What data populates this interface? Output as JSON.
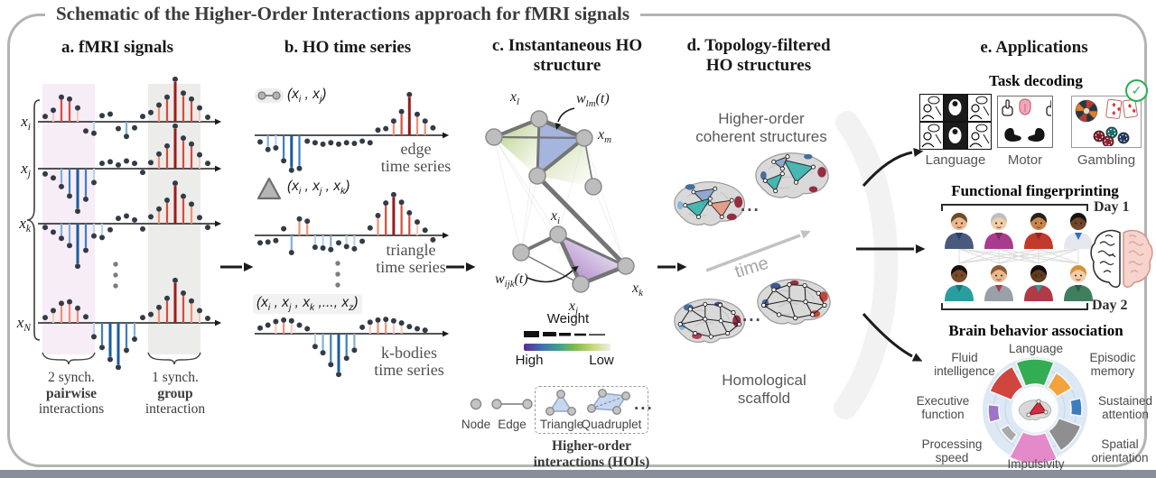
{
  "title": "Schematic of the Higher-Order Interactions approach for fMRI signals",
  "palette": {
    "red_dark": "#9e1a1a",
    "red_mid": "#d84b3a",
    "red_light": "#ef9073",
    "red_faint": "#f6cabb",
    "blue_dark": "#1b5b9e",
    "blue_mid": "#3c7fc0",
    "blue_light": "#7fb0d8",
    "blue_faint": "#b9d5ea",
    "dot": "#333b45",
    "accent_navy": "#21219c",
    "check_green": "#2bae4e"
  },
  "panel_a": {
    "header": "a. fMRI signals",
    "signals": [
      {
        "label": "x_i",
        "values": [
          0.1,
          0.22,
          0.55,
          0.5,
          0.28,
          -0.2,
          -0.22,
          0.12,
          0.16,
          -0.14,
          -0.3,
          -0.12,
          0.1,
          0.2,
          0.35,
          0.55,
          1.0,
          0.65,
          0.5,
          0.28,
          0.08
        ]
      },
      {
        "label": "x_j",
        "values": [
          -0.1,
          -0.2,
          -0.38,
          -0.62,
          -1.0,
          -0.7,
          -0.28,
          0.1,
          0.14,
          0.06,
          0.16,
          0.1,
          -0.06,
          0.12,
          0.3,
          0.5,
          1.0,
          0.7,
          0.55,
          0.28,
          0.1
        ]
      },
      {
        "label": "x_k",
        "values": [
          -0.06,
          -0.18,
          -0.3,
          -0.48,
          -1.0,
          -0.6,
          -0.24,
          -0.28,
          -0.12,
          0.1,
          0.16,
          0.06,
          -0.1,
          0.14,
          0.3,
          0.52,
          0.95,
          0.62,
          0.42,
          0.12,
          -0.06
        ]
      },
      {
        "label": "x_N",
        "values": [
          0.1,
          0.24,
          0.42,
          0.46,
          0.3,
          0.12,
          -0.28,
          -0.55,
          -0.85,
          -1.05,
          -0.62,
          -0.34,
          0.1,
          0.18,
          0.32,
          0.55,
          1.0,
          0.68,
          0.48,
          0.24,
          0.08
        ]
      }
    ],
    "highlights": {
      "pairwise_color": "#f7edf7",
      "group_color": "#ececea"
    },
    "ann1": {
      "l1": "2 synch.",
      "l2": "pairwise",
      "l3": "interactions"
    },
    "ann2": {
      "l1": "1 synch.",
      "l2": "group",
      "l3": "interaction"
    }
  },
  "panel_b": {
    "header": "b. HO time series",
    "rows": [
      {
        "icon": "edge",
        "tuple": "(x_i , x_j)",
        "caption": "edge\ntime series",
        "values": [
          -0.14,
          -0.3,
          -0.26,
          -0.6,
          -0.85,
          -0.8,
          -0.12,
          -0.16,
          -0.2,
          -0.16,
          -0.2,
          -0.16,
          -0.18,
          -0.12,
          -0.16,
          0.1,
          0.14,
          0.3,
          0.55,
          1.0,
          0.48,
          0.3,
          0.16
        ]
      },
      {
        "icon": "triangle",
        "tuple": "(x_i , x_j , x_k)",
        "caption": "triangle\ntime series",
        "values": [
          -0.16,
          -0.14,
          -0.1,
          0.14,
          -0.38,
          0.36,
          0.3,
          -0.24,
          -0.26,
          -0.3,
          -0.16,
          -0.22,
          -0.28,
          -0.12,
          0.16,
          0.45,
          0.78,
          1.0,
          0.8,
          0.52,
          0.28,
          0.1,
          -0.08
        ]
      },
      {
        "icon": "none",
        "tuple": "(x_i , x_j , x_k ,..., x_z)",
        "caption": "k-bodies\ntime series",
        "values": [
          0.12,
          0.2,
          0.26,
          0.3,
          0.28,
          0.2,
          0.1,
          -0.28,
          -0.45,
          -0.78,
          -1.05,
          -0.6,
          -0.38,
          0.14,
          0.24,
          0.3,
          0.32,
          0.28,
          0.22,
          0.16,
          0.1,
          0.06
        ]
      }
    ]
  },
  "panel_c": {
    "header": "c. Instantaneous HO\nstructure",
    "network": {
      "labels": {
        "xl": "x_l",
        "wlm": "w_lm(t)",
        "xm": "x_m",
        "xi": "x_i",
        "wijk": "w_ijk(t)",
        "xj": "x_j",
        "xk": "x_k"
      }
    },
    "weight": {
      "title": "Weight",
      "high": "High",
      "low": "Low",
      "gradient": [
        "#5b2d8e",
        "#3f6fb3",
        "#3f9f8c",
        "#86bb4e",
        "#c6d97f",
        "#efefe6"
      ]
    },
    "legend": {
      "node": "Node",
      "edge": "Edge",
      "triangle": "Triangle",
      "quadruplet": "Quadruplet",
      "dots": "...",
      "caption": "Higher-order\ninteractions (HOIs)"
    }
  },
  "panel_d": {
    "header": "d. Topology-filtered\nHO structures",
    "coherent": "Higher-order\ncoherent structures",
    "time": "time",
    "scaffold": "Homological\nscaffold",
    "dots": "..."
  },
  "panel_e": {
    "header": "e. Applications",
    "tasks": {
      "title": "Task decoding",
      "items": [
        "Language",
        "Motor",
        "Gambling"
      ],
      "check": "✓"
    },
    "fp": {
      "title": "Functional fingerprinting",
      "day1": "Day 1",
      "day2": "Day 2",
      "people": [
        {
          "skin": "#eab88e",
          "hair": "#6e4a28",
          "top": "#4a5a7d",
          "accent": "#27406e"
        },
        {
          "skin": "#f2cda8",
          "hair": "#bfbfbf",
          "top": "#a93a8e",
          "accent": "#7d2a68"
        },
        {
          "skin": "#c9854e",
          "hair": "#26211e",
          "top": "#c0392b",
          "accent": "#8e2a20"
        },
        {
          "skin": "#6f4526",
          "hair": "#17140f",
          "top": "#e4e7ee",
          "accent": "#3a6bbf"
        },
        {
          "skin": "#7a4a28",
          "hair": "#14100c",
          "top": "#2a9da0",
          "accent": "#1d7476"
        },
        {
          "skin": "#eab88e",
          "hair": "#8a5a33",
          "top": "#9aa0a8",
          "accent": "#b03a48"
        },
        {
          "skin": "#5f3a1e",
          "hair": "#0f0c0a",
          "top": "#b03a48",
          "accent": "#2a9da0"
        },
        {
          "skin": "#f2cda8",
          "hair": "#d98e3a",
          "top": "#3f7f5f",
          "accent": "#2c5e46"
        }
      ]
    },
    "bb": {
      "title": "Brain behavior association",
      "wedges": [
        {
          "label": "Language",
          "color": "#33ad53",
          "start": -22,
          "end": 22,
          "inner": 28,
          "outer": 56
        },
        {
          "label": "Episodic\nmemory",
          "color": "#f2a33c",
          "start": 30,
          "end": 60,
          "inner": 28,
          "outer": 47
        },
        {
          "label": "Sustained\nattention",
          "color": "#3e7dbd",
          "start": 76,
          "end": 98,
          "inner": 40,
          "outer": 52
        },
        {
          "label": "Spatial\norientation",
          "color": "#8f8f8f",
          "start": 110,
          "end": 148,
          "inner": 28,
          "outer": 54
        },
        {
          "label": "Impulsivity",
          "color": "#e48ac8",
          "start": 156,
          "end": 208,
          "inner": 28,
          "outer": 60
        },
        {
          "label": "Processing\nspeed",
          "color": "#a9a9a9",
          "start": 216,
          "end": 240,
          "inner": 34,
          "outer": 44
        },
        {
          "label": "Executive\nfunction",
          "color": "#9d74c9",
          "start": 254,
          "end": 276,
          "inner": 40,
          "outer": 52
        },
        {
          "label": "Fluid\nintelligence",
          "color": "#d0453e",
          "start": 292,
          "end": 332,
          "inner": 28,
          "outer": 54
        }
      ]
    }
  }
}
